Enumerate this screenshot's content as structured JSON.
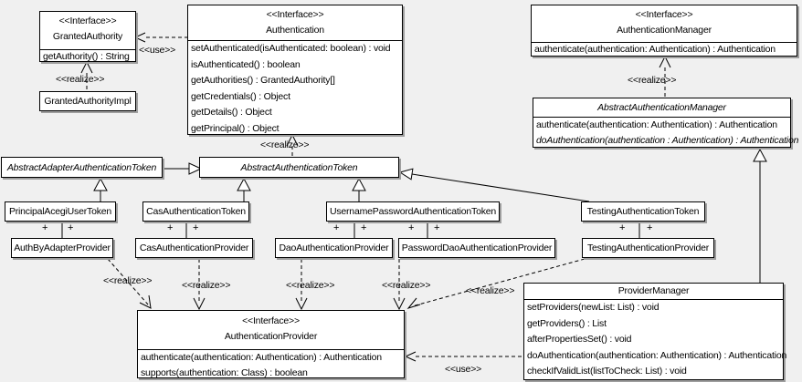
{
  "diagram": {
    "background": "#f0f0f0",
    "box_fill": "#ffffff",
    "line_color": "#000000",
    "shadow_color": "#9e9e9e"
  },
  "classes": {
    "granted_authority": {
      "stereotype": "<<Interface>>",
      "name": "GrantedAuthority",
      "methods": [
        "getAuthority() : String"
      ]
    },
    "granted_authority_impl": {
      "name": "GrantedAuthorityImpl"
    },
    "authentication": {
      "stereotype": "<<Interface>>",
      "name": "Authentication",
      "methods": [
        "setAuthenticated(isAuthenticated: boolean) : void",
        "isAuthenticated() : boolean",
        "getAuthorities() : GrantedAuthority[]",
        "getCredentials() : Object",
        "getDetails() : Object",
        "getPrincipal() : Object"
      ]
    },
    "authentication_manager": {
      "stereotype": "<<Interface>>",
      "name": "AuthenticationManager",
      "methods": [
        "authenticate(authentication: Authentication) : Authentication"
      ]
    },
    "abstract_authentication_manager": {
      "name": "AbstractAuthenticationManager",
      "methods": [
        "authenticate(authentication: Authentication) : Authentication",
        "doAuthentication(authentication : Authentication) : Authentication"
      ]
    },
    "abstract_adapter_authentication_token": {
      "name": "AbstractAdapterAuthenticationToken"
    },
    "abstract_authentication_token": {
      "name": "AbstractAuthenticationToken"
    },
    "principal_acegi_user_token": {
      "name": "PrincipalAcegiUserToken"
    },
    "cas_authentication_token": {
      "name": "CasAuthenticationToken"
    },
    "username_password_authentication_token": {
      "name": "UsernamePasswordAuthenticationToken"
    },
    "testing_authentication_token": {
      "name": "TestingAuthenticationToken"
    },
    "auth_by_adapter_provider": {
      "name": "AuthByAdapterProvider"
    },
    "cas_authentication_provider": {
      "name": "CasAuthenticationProvider"
    },
    "dao_authentication_provider": {
      "name": "DaoAuthenticationProvider"
    },
    "password_dao_authentication_provider": {
      "name": "PasswordDaoAuthenticationProvider"
    },
    "testing_authentication_provider": {
      "name": "TestingAuthenticationProvider"
    },
    "authentication_provider": {
      "stereotype": "<<Interface>>",
      "name": "AuthenticationProvider",
      "methods": [
        "authenticate(authentication: Authentication) : Authentication",
        "supports(authentication: Class) : boolean"
      ]
    },
    "provider_manager": {
      "name": "ProviderManager",
      "methods": [
        "setProviders(newList: List) : void",
        "getProviders() : List",
        "afterPropertiesSet() : void",
        "doAuthentication(authentication: Authentication) : Authentication",
        "checkIfValidList(listToCheck: List) : void"
      ]
    }
  },
  "edge_labels": {
    "use": "<<use>>",
    "realize": "<<realize>>",
    "plus": "+"
  }
}
